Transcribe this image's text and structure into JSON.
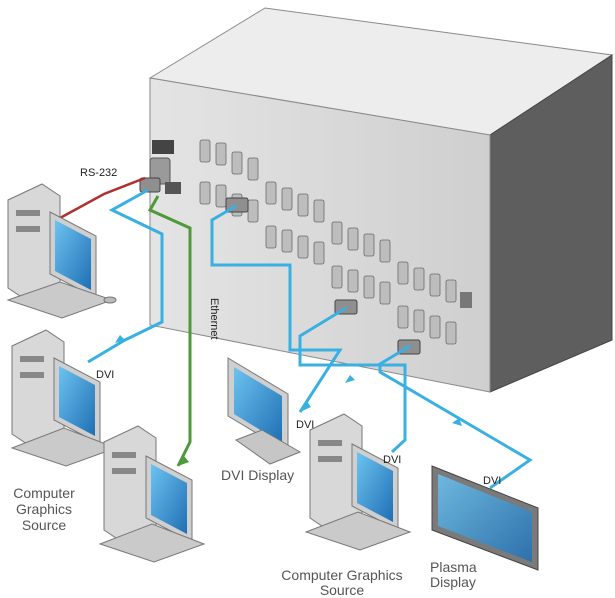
{
  "labels": {
    "rs232": "RS-232",
    "ethernet": "Ethernet",
    "dvi_left": "DVI",
    "dvi_display_cable": "DVI",
    "dvi_right_source": "DVI",
    "dvi_plasma": "DVI",
    "source_left_line1": "Computer",
    "source_left_line2": "Graphics",
    "source_left_line3": "Source",
    "dvi_display": "DVI Display",
    "source_bottom_line1": "Computer Graphics",
    "source_bottom_line2": "Source",
    "plasma_line1": "Plasma",
    "plasma_line2": "Display"
  },
  "colors": {
    "dvi_cable": "#3ab0e2",
    "ethernet_cable": "#4e9a3a",
    "rs232_cable": "#b03030",
    "chassis": "#d6d6d6",
    "screen": "#2f8fd0"
  }
}
